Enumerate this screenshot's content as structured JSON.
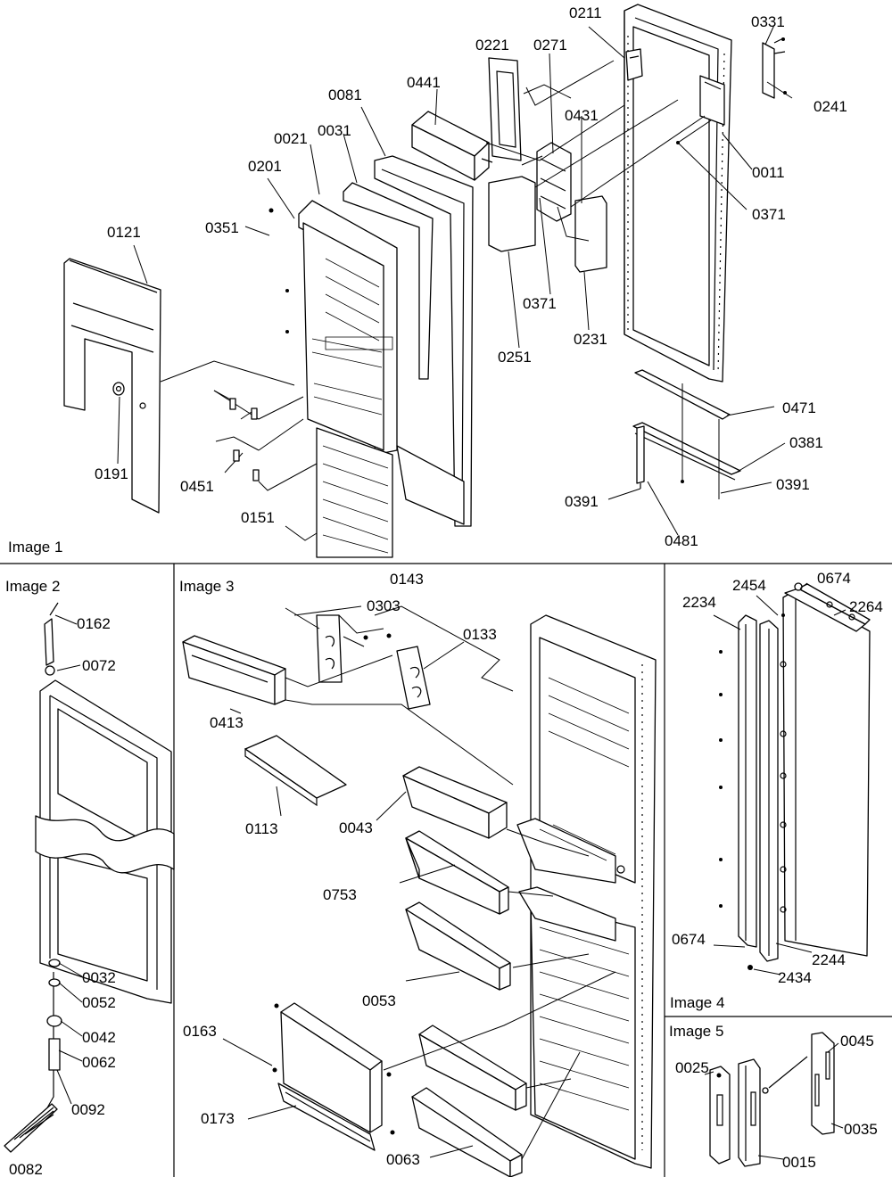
{
  "panels": [
    {
      "id": "image-1",
      "title": "Image 1"
    },
    {
      "id": "image-2",
      "title": "Image 2"
    },
    {
      "id": "image-3",
      "title": "Image 3"
    },
    {
      "id": "image-4",
      "title": "Image 4"
    },
    {
      "id": "image-5",
      "title": "Image 5"
    }
  ],
  "labels": {
    "image_1": [
      "0211",
      "0331",
      "0221",
      "0271",
      "0441",
      "0241",
      "0081",
      "0431",
      "0021",
      "0031",
      "0011",
      "0201",
      "0371",
      "0351",
      "0121",
      "0371",
      "0251",
      "0231",
      "0471",
      "0381",
      "0191",
      "0451",
      "0391",
      "0391",
      "0151",
      "0481"
    ],
    "image_2": [
      "0162",
      "0072",
      "0032",
      "0052",
      "0042",
      "0062",
      "0092",
      "0082"
    ],
    "image_3": [
      "0143",
      "0303",
      "0133",
      "0413",
      "0113",
      "0043",
      "0753",
      "0053",
      "0163",
      "0173",
      "0063"
    ],
    "image_4": [
      "0674",
      "2454",
      "2234",
      "2264",
      "0674",
      "2244",
      "2434"
    ],
    "image_5": [
      "0045",
      "0025",
      "0035",
      "0015"
    ]
  }
}
